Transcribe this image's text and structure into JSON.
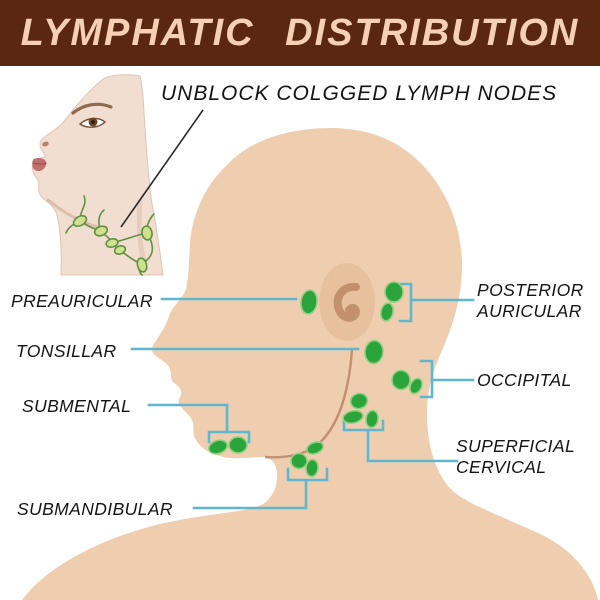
{
  "banner": {
    "title": "LYMPHATIC DISTRIBUTION",
    "bg_color": "#5a2711",
    "text_color": "#f7cfb3"
  },
  "subtitle": {
    "text": "UNBLOCK COLGGED LYMPH NODES"
  },
  "labels": {
    "preauricular": "PREAURICULAR",
    "tonsillar": "TONSILLAR",
    "submental": "SUBMENTAL",
    "submandibular": "SUBMANDIBULAR",
    "posterior_auricular": "POSTERIOR\nAURICULAR",
    "occipital": "OCCIPITAL",
    "superficial_cervical": "SUPERFICIAL\nCERVICAL"
  },
  "colors": {
    "banner_brown": "#5a2711",
    "banner_text_peach": "#f7cfb3",
    "skin": "#efceb0",
    "ear": "#e7c19d",
    "lymph_node_green": "#2ca43c",
    "leader_line_blue": "#5fb6cd",
    "label_text": "#141414"
  }
}
